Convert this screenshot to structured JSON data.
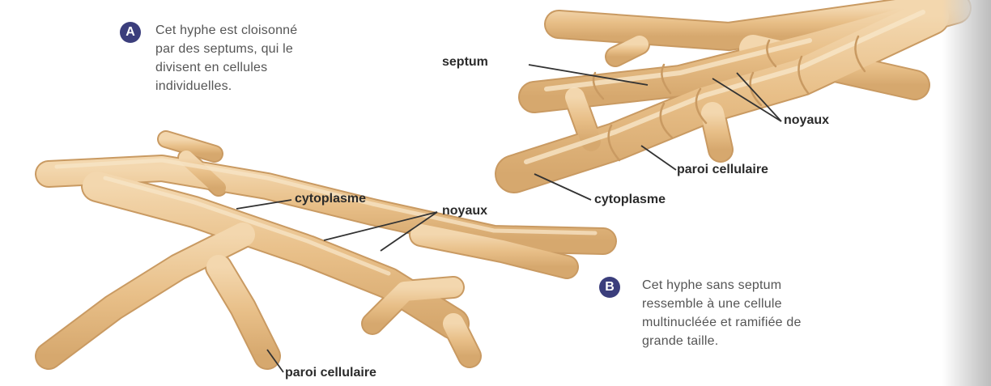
{
  "panel_a": {
    "badge": "A",
    "caption_lines": [
      "Cet hyphe est cloisonné",
      "par des septums, qui le",
      "divisent en cellules",
      "individuelles."
    ],
    "labels": {
      "septum": "septum",
      "noyaux": "noyaux",
      "paroi": "paroi cellulaire",
      "cytoplasme": "cytoplasme"
    }
  },
  "panel_b": {
    "badge": "B",
    "caption_lines": [
      "Cet hyphe sans septum",
      "ressemble à une cellule",
      "multinucléée et ramifiée de",
      "grande taille."
    ],
    "labels": {
      "cytoplasme": "cytoplasme",
      "noyaux": "noyaux",
      "paroi": "paroi cellulaire"
    }
  },
  "colors": {
    "hypha_fill": "#e9c38f",
    "hypha_edge": "#c99a62",
    "hypha_highlight": "#f6e2c2",
    "badge": "#3b3e7c",
    "leader_line": "#333333"
  }
}
